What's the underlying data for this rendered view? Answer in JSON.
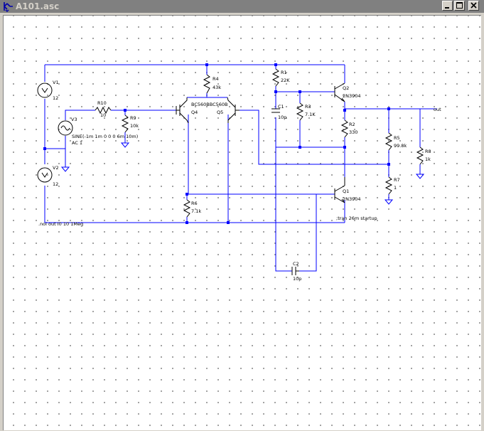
{
  "window": {
    "title": "A101.asc",
    "buttons": {
      "minimize": "minimize",
      "maximize": "maximize",
      "close": "close"
    }
  },
  "colors": {
    "wire": "#0000ff",
    "component": "#000000",
    "background": "#ffffff",
    "grid_dot": "#8c8c8c"
  },
  "components": {
    "V1": {
      "name": "V1",
      "value": "12"
    },
    "V2": {
      "name": "V2",
      "value": "12"
    },
    "V3": {
      "name": "V3",
      "value": "SINE(-1m 1m 0 0 0 6m 10m)",
      "value2": "AC 1"
    },
    "R10": {
      "name": "R10",
      "value": "10"
    },
    "R9": {
      "name": "R9",
      "value": "10k"
    },
    "R4": {
      "name": "R4",
      "value": "43k"
    },
    "Q4": {
      "name": "Q4"
    },
    "Q5": {
      "name": "Q5"
    },
    "diff_pair": {
      "model": "BC560BBC560B"
    },
    "R1": {
      "name": "R1",
      "value": "22K"
    },
    "R3": {
      "name": "R3",
      "value": "7.1K"
    },
    "C1": {
      "name": "C1",
      "value": "10p"
    },
    "Q2": {
      "name": "Q2",
      "model": "2N3904"
    },
    "R2": {
      "name": "R2",
      "value": "330"
    },
    "R5": {
      "name": "R5",
      "value": "99.8k"
    },
    "R7": {
      "name": "R7",
      "value": "1"
    },
    "R8": {
      "name": "R8",
      "value": "1k"
    },
    "Q1": {
      "name": "Q1",
      "model": "2N3904"
    },
    "R6": {
      "name": "R6",
      "value": "7.1k"
    },
    "C2": {
      "name": "C2",
      "value": "10p"
    }
  },
  "net_labels": {
    "out": "out"
  },
  "directives": {
    "noise": ".noi out I0 10 1Meg",
    "tran": ";tran 26m startup"
  }
}
